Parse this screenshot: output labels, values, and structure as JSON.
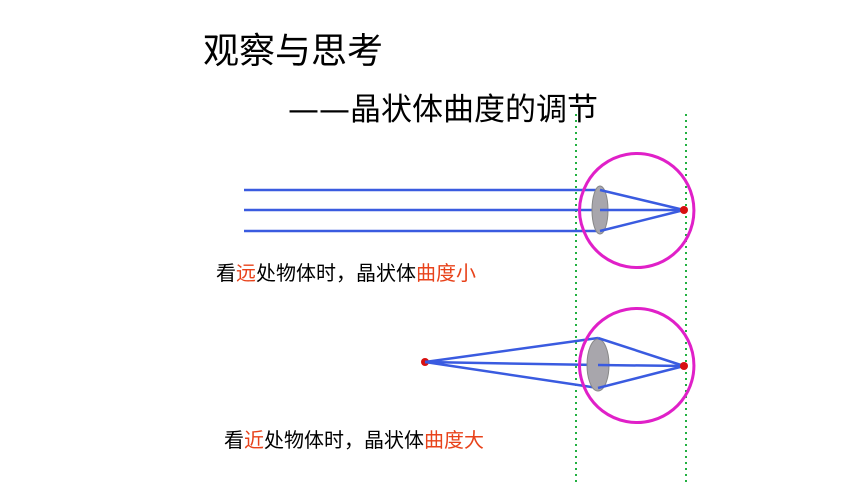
{
  "title": "观察与思考",
  "subtitle": "——晶状体曲度的调节",
  "captions": {
    "far": {
      "p1": "看",
      "p2": "远",
      "p3": "处物体时，晶状体",
      "p4": "曲度小"
    },
    "near": {
      "p1": "看",
      "p2": "近",
      "p3": "处物体时，晶状体",
      "p4": "曲度大"
    }
  },
  "colors": {
    "ray": "#3a5be0",
    "eye": "#e020c8",
    "lens": "#a8a6ac",
    "guide": "#22b040",
    "point": "#d81010",
    "highlight": "#e8421a"
  }
}
